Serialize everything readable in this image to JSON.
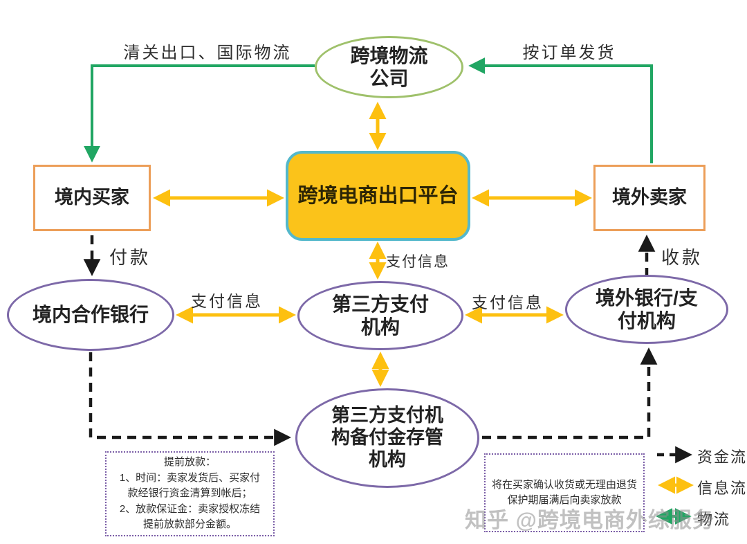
{
  "nodes": {
    "logistics_company": {
      "label": "跨境物流\n公司"
    },
    "platform": {
      "label": "跨境电商出口平台"
    },
    "domestic_buyer": {
      "label": "境内买家"
    },
    "overseas_seller": {
      "label": "境外卖家"
    },
    "domestic_bank": {
      "label": "境内合作银行"
    },
    "third_party_payment": {
      "label": "第三方支付\n机构"
    },
    "overseas_bank": {
      "label": "境外银行/支\n付机构"
    },
    "reserve_custodian": {
      "label": "第三方支付机\n构备付金存管\n机构"
    }
  },
  "edge_labels": {
    "customs_logistics": "清关出口、国际物流",
    "ship_by_order": "按订单发货",
    "pay": "付款",
    "receive": "收款",
    "payment_info_top": "支付信息",
    "payment_info_left": "支付信息",
    "payment_info_right": "支付信息"
  },
  "notes": {
    "early_release": "提前放款：\n1、时间：卖家发货后、买家付\n款经银行资金清算到帐后；\n2、放款保证金：卖家授权冻结\n提前放款部分金额。",
    "release_after_confirm": "将在买家确认收货或无理由退货\n保护期届满后向卖家放款"
  },
  "legend": {
    "items": [
      {
        "name": "funds-flow",
        "label": "资金流",
        "color": "#1A1A1A",
        "style": "dashed-arrow"
      },
      {
        "name": "info-flow",
        "label": "信息流",
        "color": "#FDC010",
        "style": "double-arrow"
      },
      {
        "name": "logistics-flow",
        "label": "物流",
        "color": "#21A663",
        "style": "double-arrow"
      }
    ]
  },
  "watermark": "知乎 @跨境电商外综服务",
  "colors": {
    "info_flow_yellow": "#FDC010",
    "logistics_green": "#21A663",
    "funds_black": "#1A1A1A",
    "node_purple": "#7D69A8",
    "box_orange": "#EC9E58",
    "platform_fill": "#FBC31A",
    "platform_border": "#54B8CB",
    "logistics_node_border": "#9FC16B"
  }
}
